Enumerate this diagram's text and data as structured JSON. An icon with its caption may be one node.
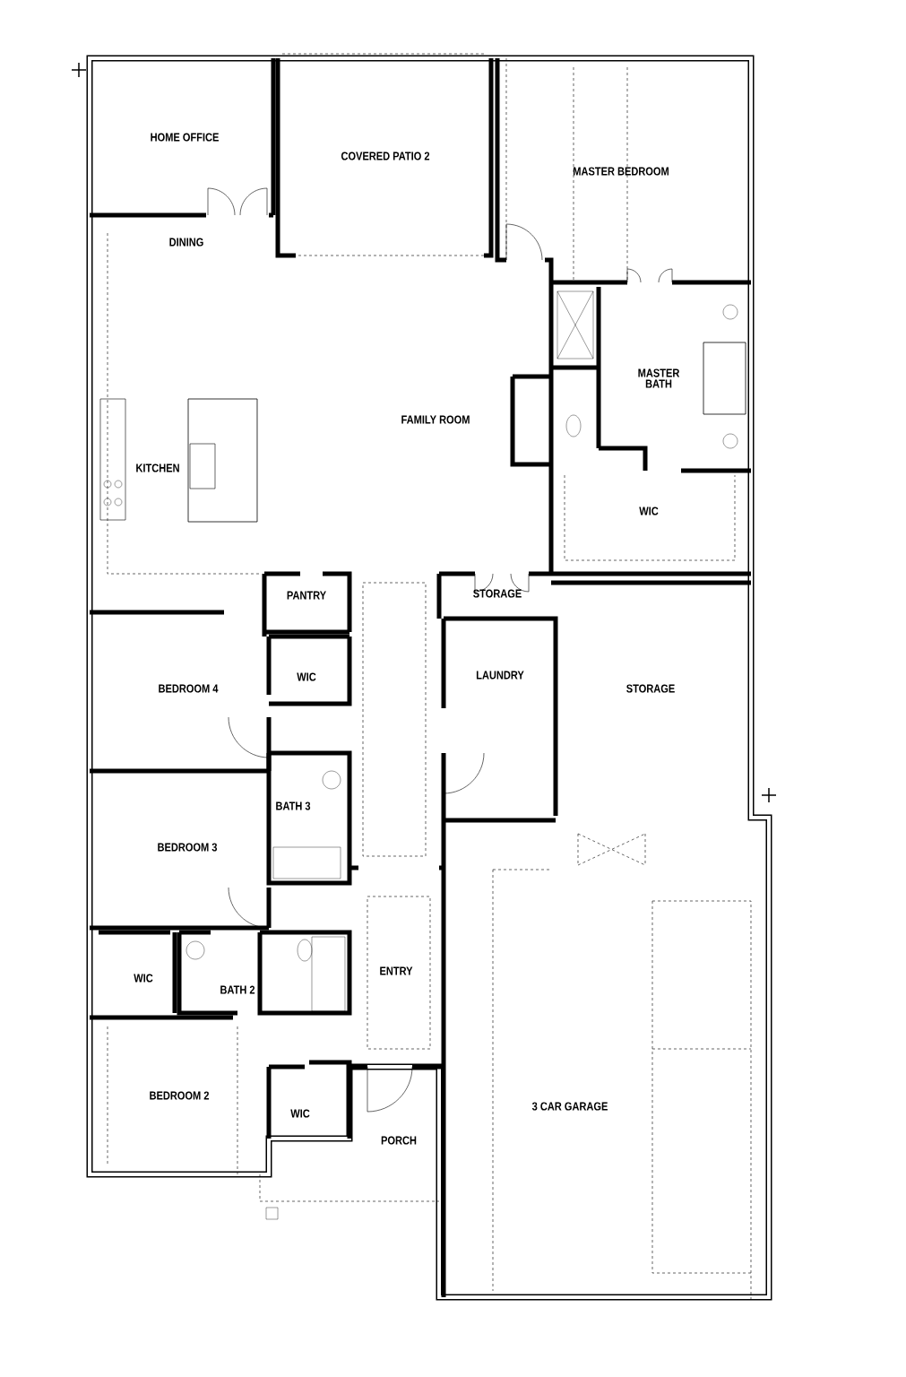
{
  "diagram": {
    "labels": [
      "HOME OFFICE",
      "COVERED PATIO 2",
      "MASTER BEDROOM",
      "DINING",
      "MASTER BATH",
      "FAMILY ROOM",
      "KITCHEN",
      "WIC",
      "PANTRY",
      "STORAGE",
      "WIC",
      "LAUNDRY",
      "STORAGE",
      "BEDROOM 4",
      "BATH 3",
      "BEDROOM 3",
      "WIC",
      "BATH 2",
      "ENTRY",
      "BEDROOM 2",
      "WIC",
      "PORCH",
      "3 CAR GARAGE"
    ]
  }
}
